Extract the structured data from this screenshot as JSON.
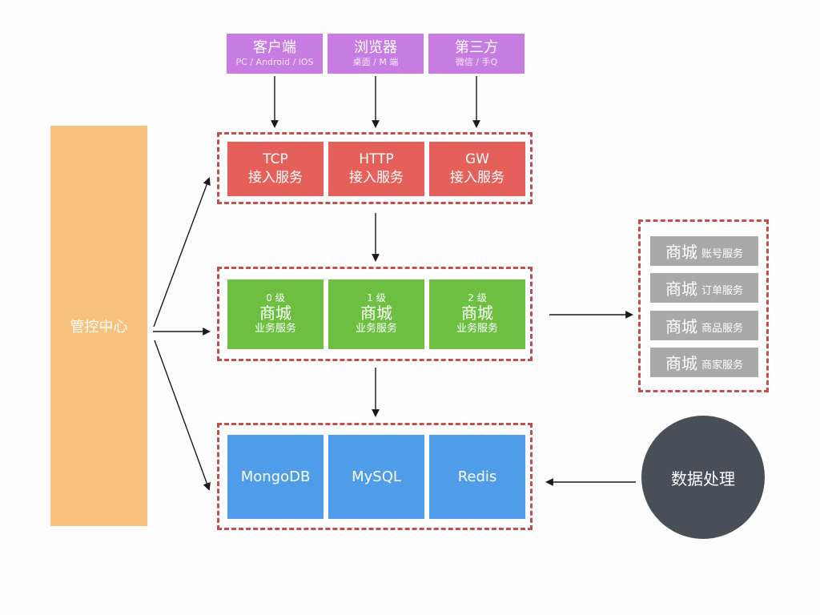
{
  "diagram": {
    "clients": [
      {
        "title": "客户端",
        "subtitle": "PC / Android / iOS"
      },
      {
        "title": "浏览器",
        "subtitle": "桌面 / M 端"
      },
      {
        "title": "第三方",
        "subtitle": "微信 / 手Q"
      }
    ],
    "control_center": {
      "label": "管控中心"
    },
    "access_layer": {
      "boxes": [
        {
          "line1": "TCP",
          "line2": "接入服务"
        },
        {
          "line1": "HTTP",
          "line2": "接入服务"
        },
        {
          "line1": "GW",
          "line2": "接入服务"
        }
      ]
    },
    "business_layer": {
      "boxes": [
        {
          "level": "0 级",
          "name": "商城",
          "label": "业务服务"
        },
        {
          "level": "1 级",
          "name": "商城",
          "label": "业务服务"
        },
        {
          "level": "2 级",
          "name": "商城",
          "label": "业务服务"
        }
      ]
    },
    "storage_layer": {
      "boxes": [
        {
          "label": "MongoDB"
        },
        {
          "label": "MySQL"
        },
        {
          "label": "Redis"
        }
      ]
    },
    "mall_services": {
      "boxes": [
        {
          "name": "商城",
          "type": "账号服务"
        },
        {
          "name": "商城",
          "type": "订单服务"
        },
        {
          "name": "商城",
          "type": "商品服务"
        },
        {
          "name": "商城",
          "type": "商家服务"
        }
      ]
    },
    "data_processing": {
      "label": "数据处理"
    },
    "colors": {
      "client_purple": "#c77ce1",
      "access_red": "#e5605b",
      "business_green": "#6cbf41",
      "storage_blue": "#4f9de8",
      "control_orange": "#f8c17d",
      "service_gray": "#a9a9a9",
      "processing_dark": "#4a4f57",
      "dashed_border": "#c0504d",
      "arrow": "#1a1a1a"
    }
  }
}
